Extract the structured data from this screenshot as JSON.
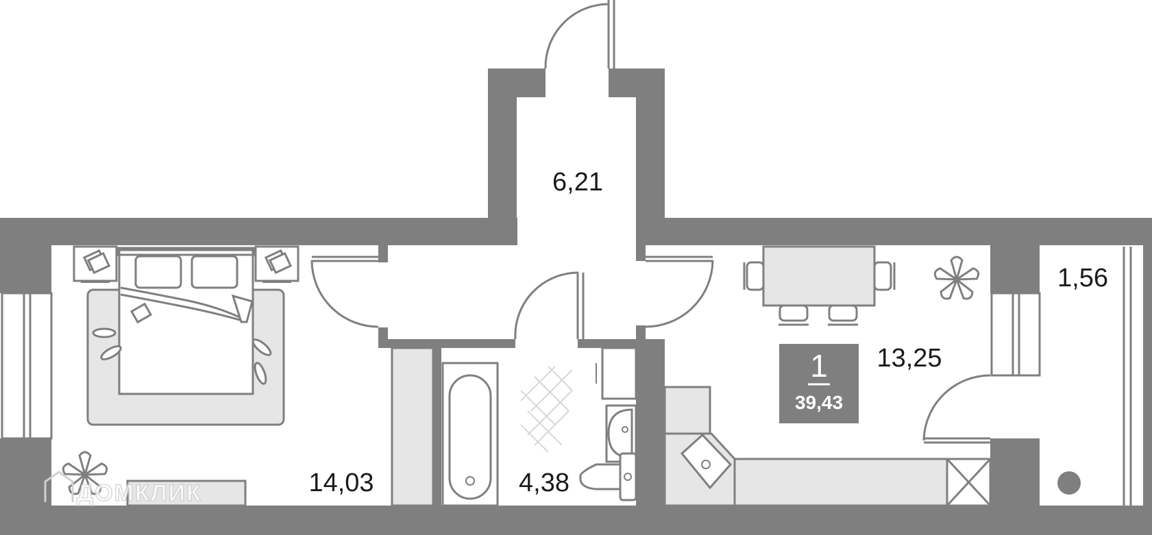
{
  "rooms": {
    "hall": "6,21",
    "bedroom": "14,03",
    "bathroom": "4,38",
    "kitchen_living": "13,25",
    "balcony": "1,56"
  },
  "badge": {
    "rooms_count": "1",
    "total_area": "39,43",
    "color": "#7f7f7f"
  },
  "watermark": "ДОМКЛИК",
  "colors": {
    "wall": "#7f7f7f",
    "furniture_fill": "#e6e6e6",
    "background": "#ffffff"
  }
}
